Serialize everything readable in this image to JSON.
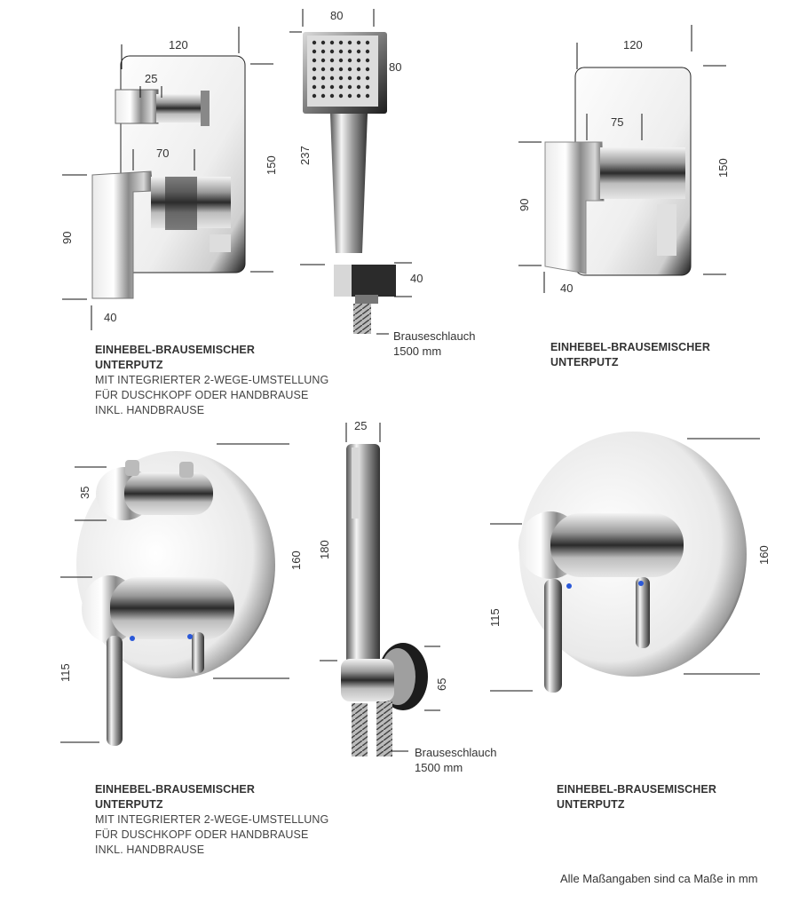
{
  "products": [
    {
      "title_line1": "EINHEBEL-BRAUSEMISCHER",
      "title_line2": "UNTERPUTZ",
      "desc": [
        "MIT INTEGRIERTER 2-WEGE-UMSTELLUNG",
        "FÜR DUSCHKOPF ODER HANDBRAUSE",
        "INKL. HANDBRAUSE"
      ],
      "dims": {
        "plate_w": "120",
        "knob_w": "25",
        "lever_w": "70",
        "plate_h": "150",
        "body_h": "90",
        "depth": "40"
      }
    },
    {
      "dims": {
        "head_w": "80",
        "head_h": "80",
        "length": "237",
        "holder": "40"
      },
      "hose": [
        "Brauseschlauch",
        "1500 mm"
      ]
    },
    {
      "title_line1": "EINHEBEL-BRAUSEMISCHER",
      "title_line2": "UNTERPUTZ",
      "dims": {
        "plate_w": "120",
        "lever_w": "75",
        "plate_h": "150",
        "body_h": "90",
        "depth": "40"
      }
    },
    {
      "title_line1": "EINHEBEL-BRAUSEMISCHER",
      "title_line2": "UNTERPUTZ",
      "desc": [
        "MIT INTEGRIERTER 2-WEGE-UMSTELLUNG",
        "FÜR DUSCHKOPF ODER HANDBRAUSE",
        "INKL. HANDBRAUSE"
      ],
      "dims": {
        "knob": "35",
        "plate_d": "160",
        "lever_h": "115"
      }
    },
    {
      "dims": {
        "width": "25",
        "length": "180",
        "holder": "65"
      },
      "hose": [
        "Brauseschlauch",
        "1500 mm"
      ]
    },
    {
      "title_line1": "EINHEBEL-BRAUSEMISCHER",
      "title_line2": "UNTERPUTZ",
      "dims": {
        "plate_d": "160",
        "lever_h": "115"
      }
    }
  ],
  "footnote": "Alle Maßangaben sind ca Maße in mm"
}
